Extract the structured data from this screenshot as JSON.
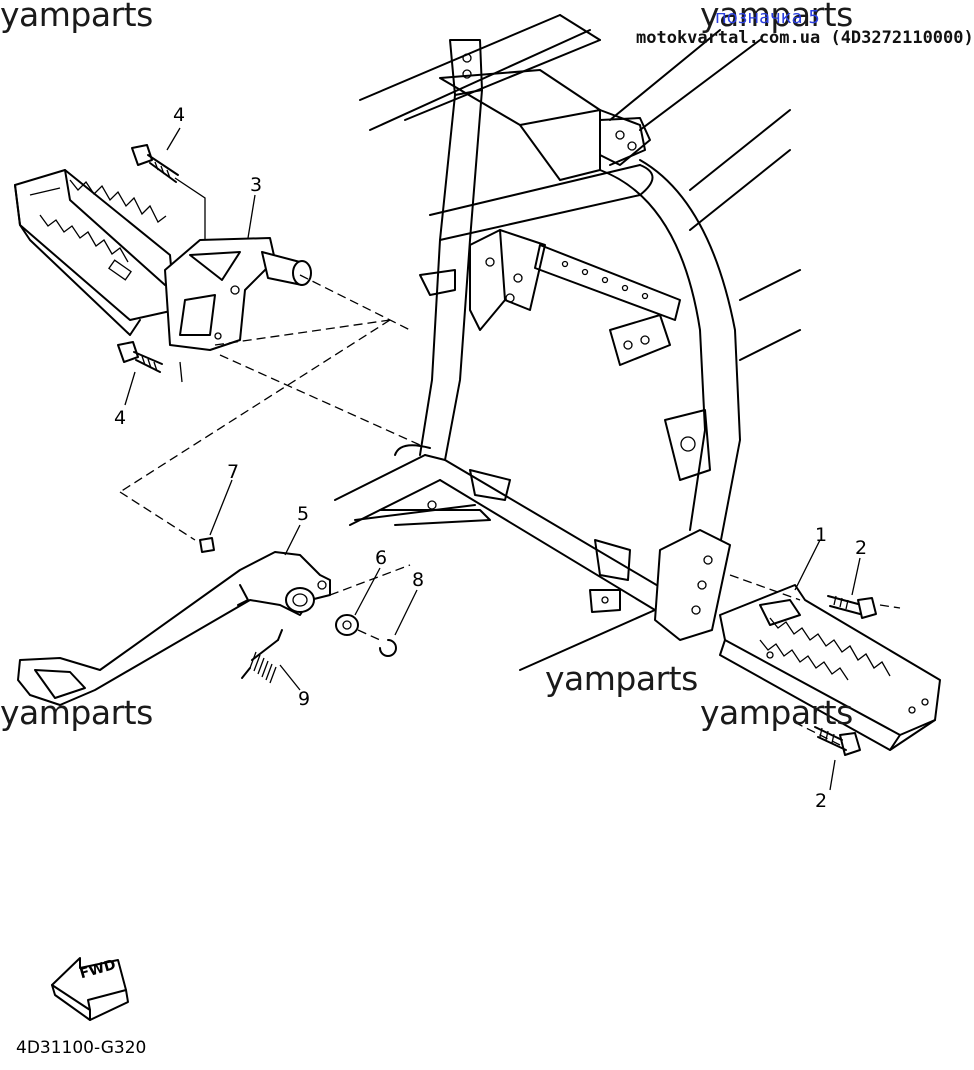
{
  "watermarks": {
    "top_left": "yamparts",
    "top_right": "yamparts",
    "mid_right": "yamparts",
    "bottom_left": "yamparts",
    "bottom_right": "yamparts"
  },
  "header": {
    "note": "позначка 5",
    "site": "motokvartal.com.ua (4D3272110000)"
  },
  "callouts": {
    "c1": "1",
    "c2_top": "2",
    "c2_bottom": "2",
    "c3": "3",
    "c4_top": "4",
    "c4_bottom": "4",
    "c5": "5",
    "c6": "6",
    "c7": "7",
    "c8": "8",
    "c9": "9"
  },
  "fwd_label": "FWD",
  "diagram_code": "4D31100-G320",
  "colors": {
    "note": "#2b3fe0",
    "ink": "#000000"
  },
  "icons": [
    "fwd-arrow-icon"
  ]
}
